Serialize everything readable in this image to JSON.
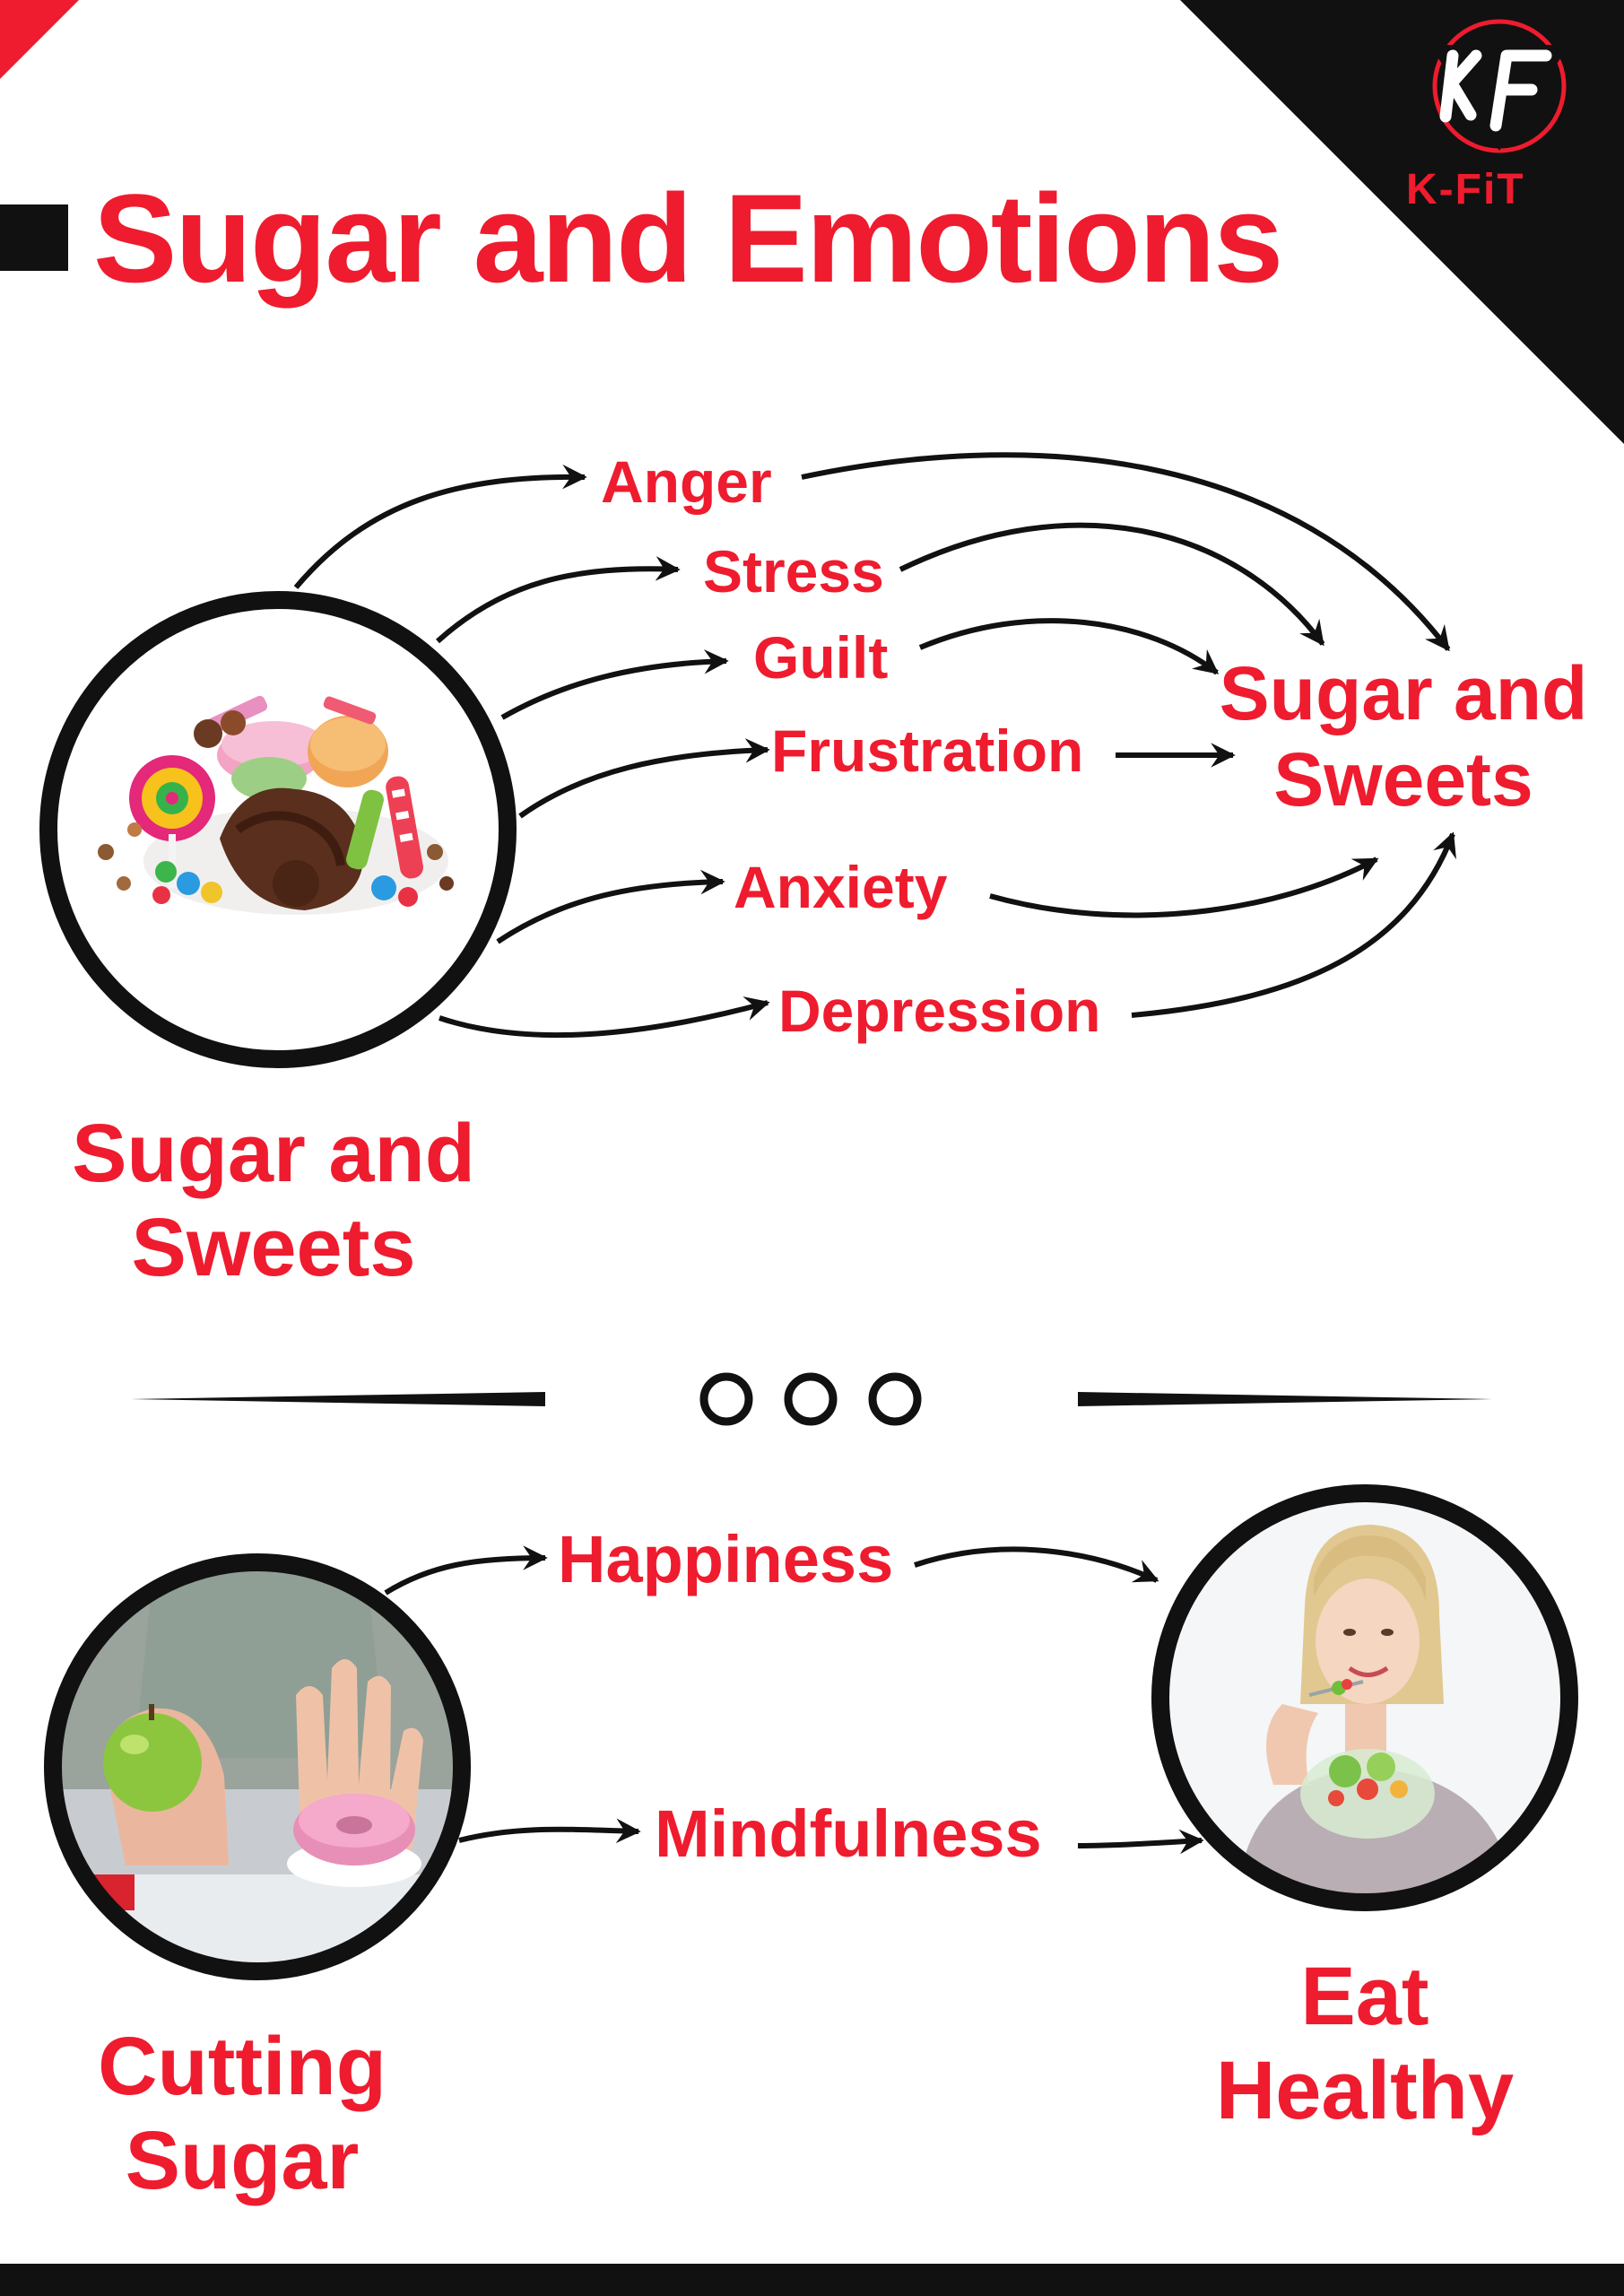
{
  "header": {
    "title": "Sugar and Emotions",
    "brand": "K-FiT",
    "logo_icon": "kf-triangle-logo-icon"
  },
  "section_top": {
    "source_label": [
      "Sugar and",
      "Sweets"
    ],
    "target_label": [
      "Sugar and",
      "Sweets"
    ],
    "source_image": "candy-sweets-pile-image",
    "emotions": [
      "Anger",
      "Stress",
      "Guilt",
      "Frustration",
      "Anxiety",
      "Depression"
    ]
  },
  "divider": {
    "dots_icon": "three-circles-icon"
  },
  "section_bottom": {
    "source_label": [
      "Cutting",
      "Sugar"
    ],
    "target_label": [
      "Eat",
      "Healthy"
    ],
    "source_image": "apple-refusing-donut-image",
    "target_image": "woman-eating-salad-image",
    "emotions": [
      "Happiness",
      "Mindfulness"
    ]
  },
  "colors": {
    "accent": "#ee1c2e",
    "dark": "#111111",
    "background": "#ffffff"
  }
}
